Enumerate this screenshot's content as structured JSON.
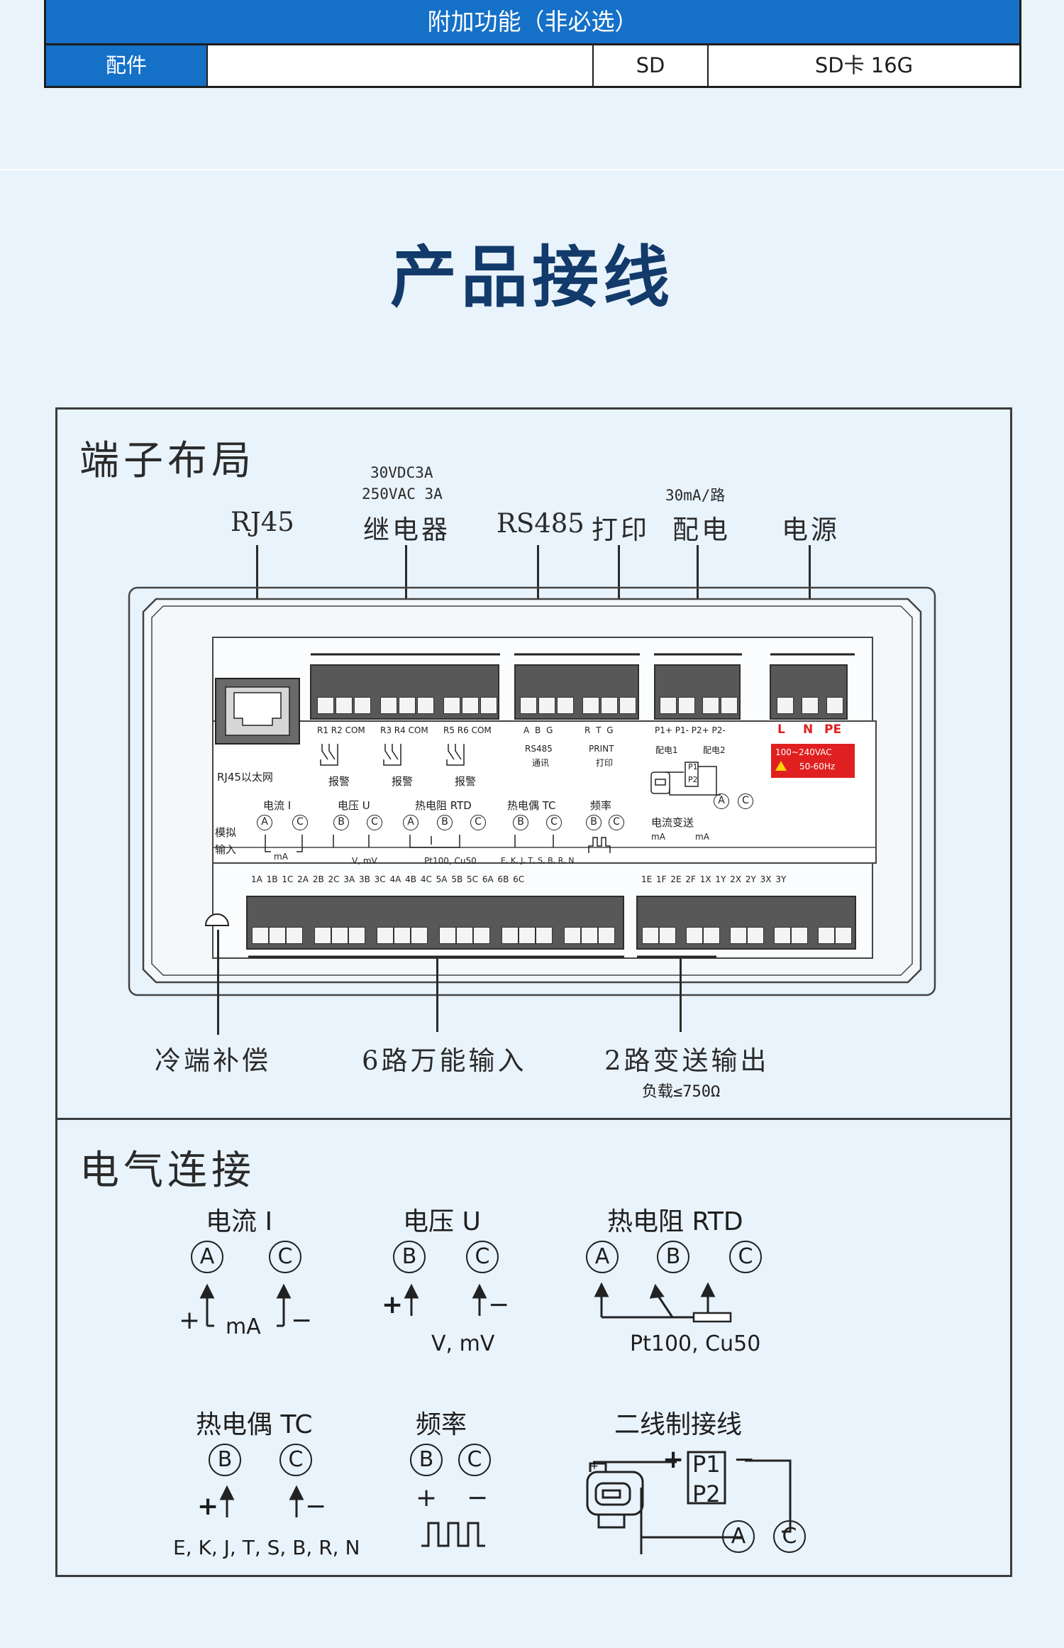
{
  "spec_table": {
    "header": "附加功能（非必选）",
    "row": {
      "label": "配件",
      "blank": "",
      "code": "SD",
      "value": "SD卡 16G"
    }
  },
  "section_title": "产品接线",
  "terminal_layout": {
    "title": "端子布局",
    "top_labels": {
      "rj45": "RJ45",
      "relay_spec_1": "30VDC3A",
      "relay_spec_2": "250VAC 3A",
      "relay": "继电器",
      "rs485": "RS485",
      "print": "打印",
      "power_dist_spec": "30mA/路",
      "power_dist": "配电",
      "power": "电源"
    },
    "panel": {
      "rj45_caption": "RJ45以太网",
      "relay_terms": [
        "R1 R2 COM",
        "R3 R4 COM",
        "R5 R6 COM"
      ],
      "alarm": "报警",
      "rs485_pins": "A  B  G",
      "rs485_caption_1": "RS485",
      "rs485_caption_2": "通讯",
      "print_pins": "R  T  G",
      "print_caption_1": "PRINT",
      "print_caption_2": "打印",
      "dist_pins": "P1+ P1-  P2+ P2-",
      "dist_1": "配电1",
      "dist_2": "配电2",
      "power_pins": [
        "L",
        "N",
        "PE"
      ],
      "power_rating_1": "100~240VAC",
      "power_rating_2": "50-60Hz",
      "analog_input_1": "模拟",
      "analog_input_2": "输入",
      "current": "电流 I",
      "voltage": "电压 U",
      "rtd": "热电阻 RTD",
      "tc": "热电偶 TC",
      "freq": "频率",
      "current_tx": "电流变送",
      "ma": "mA",
      "v_mv": "V, mV",
      "pt100": "Pt100, Cu50",
      "tc_types": "E, K, J, T, S, B, R, N",
      "p1": "P1",
      "p2": "P2",
      "bottom_pins": "1A 1B 1C  2A 2B 2C  3A 3B 3C  4A 4B 4C  5A 5B 5C  6A 6B 6C",
      "bottom_pins_right": "1E  1F   2E  2F   1X  1Y   2X  2Y   3X  3Y"
    },
    "bottom_labels": {
      "cold_junction": "冷端补偿",
      "universal_input": "6路万能输入",
      "transmit_output": "2路变送输出",
      "load": "负载≤750Ω"
    }
  },
  "electrical": {
    "title": "电气连接",
    "current": {
      "title": "电流 I",
      "a": "A",
      "c": "C",
      "plus": "+",
      "minus": "−",
      "unit": "mA"
    },
    "voltage": {
      "title": "电压 U",
      "b": "B",
      "c": "C",
      "plus": "+",
      "minus": "−",
      "unit": "V, mV"
    },
    "rtd": {
      "title": "热电阻 RTD",
      "a": "A",
      "b": "B",
      "c": "C",
      "unit": "Pt100, Cu50"
    },
    "tc": {
      "title": "热电偶 TC",
      "b": "B",
      "c": "C",
      "plus": "+",
      "minus": "−",
      "unit": "E, K, J, T, S, B, R, N"
    },
    "freq": {
      "title": "频率",
      "b": "B",
      "c": "C",
      "plus": "+",
      "minus": "−"
    },
    "two_wire": {
      "title": "二线制接线",
      "p1": "P1",
      "p2": "P2",
      "plus": "+",
      "minus": "−",
      "a": "A",
      "c": "C"
    }
  },
  "colors": {
    "brand_blue": "#1570c8",
    "title_navy": "#123a6a",
    "warning_red": "#e02020"
  }
}
